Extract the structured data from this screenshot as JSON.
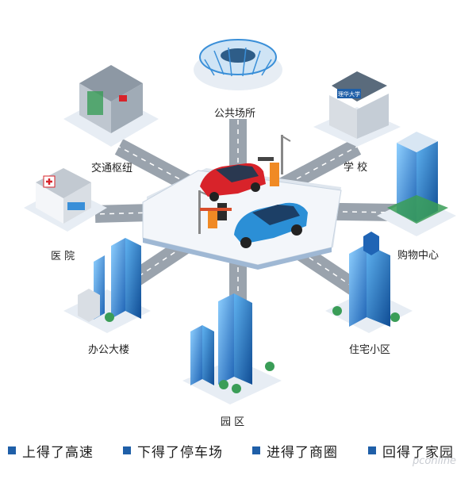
{
  "nodes": {
    "public_venue": "公共场所",
    "transport_hub": "交通枢纽",
    "school": "学 校",
    "hospital": "医 院",
    "shopping_center": "购物中心",
    "office_building": "办公大楼",
    "residential": "住宅小区",
    "park": "园 区"
  },
  "center": {
    "school_sign": "理华大学"
  },
  "footer": [
    {
      "text": "上得了高速"
    },
    {
      "text": "下得了停车场"
    },
    {
      "text": "进得了商圈"
    },
    {
      "text": "回得了家园"
    }
  ],
  "watermark": "pconline",
  "colors": {
    "road": "#9aa3ad",
    "platform": "#eef2f7",
    "accent": "#1f5fa8",
    "red_car": "#d8232a",
    "blue_car": "#2b8fd6",
    "glass": "#3a8fd8"
  }
}
